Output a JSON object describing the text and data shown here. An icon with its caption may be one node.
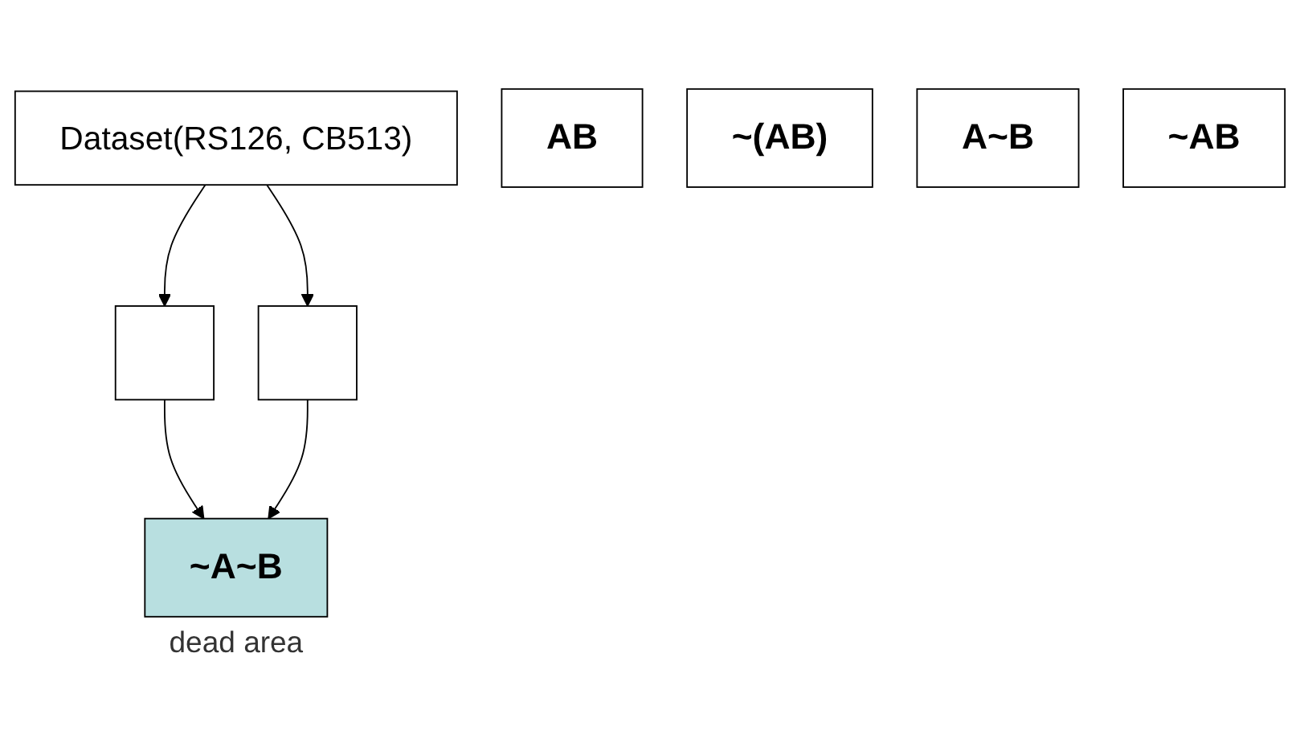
{
  "diagram": {
    "nodes": [
      {
        "text": [
          "Dataset(RS126, CB513)"
        ]
      },
      {
        "text": [],
        "shape": "box"
      },
      {
        "text": [],
        "shape": "box"
      },
      {
        "text": [
          "AB"
        ]
      },
      {
        "text": [
          "~(AB)"
        ]
      },
      {
        "text": [
          "~A~B"
        ],
        "beside": [
          "dead area"
        ]
      },
      {
        "text": [
          "A~B"
        ]
      },
      {
        "text": [
          "~AB"
        ]
      }
    ],
    "edges": [
      {
        "from": 0,
        "to": 1,
        "arrow": "to"
      },
      {
        "from": 0,
        "to": 2,
        "arrow": "to"
      },
      {
        "from": 1,
        "to": 5,
        "arrow": "to"
      },
      {
        "from": 2,
        "to": 5,
        "arrow": "to"
      }
    ]
  }
}
